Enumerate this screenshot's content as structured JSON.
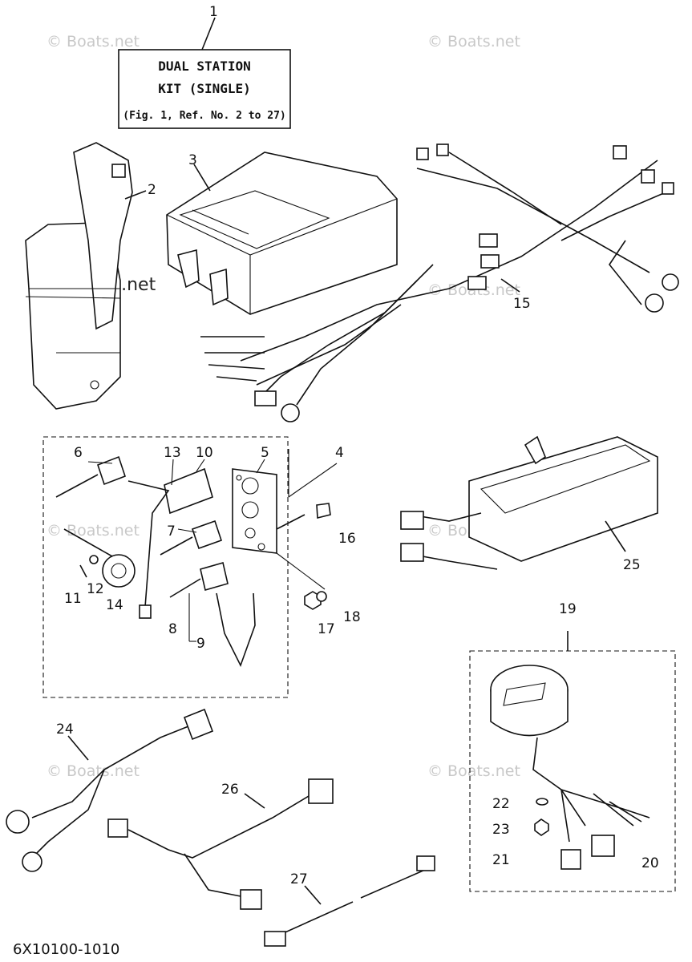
{
  "kit_label": {
    "line1": "DUAL STATION",
    "line2": "KIT (SINGLE)",
    "line3": "(Fig. 1, Ref. No. 2 to 27)"
  },
  "diagram_code": "6X10100-1010",
  "watermark": "© Boats.net",
  "callouts": [
    "1",
    "2",
    "3",
    "4",
    "5",
    "6",
    "7",
    "8",
    "9",
    "10",
    "11",
    "12",
    "13",
    "14",
    "15",
    "16",
    "17",
    "18",
    "19",
    "20",
    "21",
    "22",
    "23",
    "24",
    "25",
    "26",
    "27"
  ]
}
